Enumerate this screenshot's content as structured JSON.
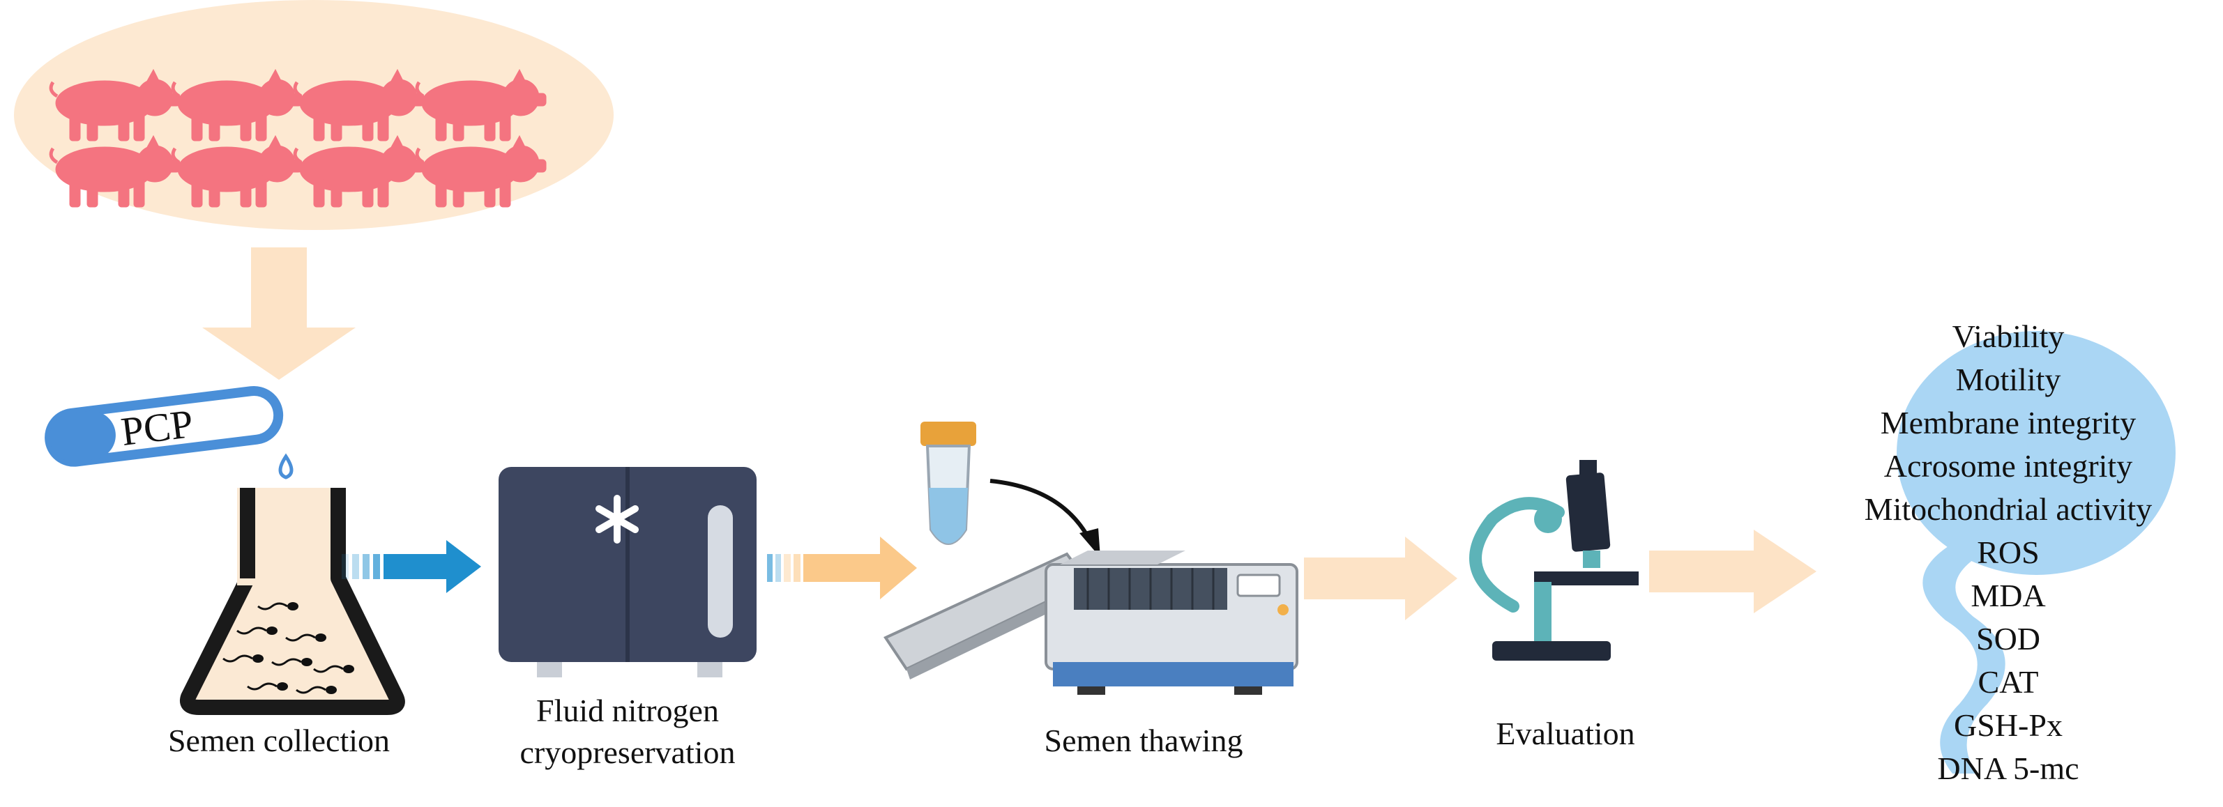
{
  "colors": {
    "pig": "#f47480",
    "oval": "#fde9d2",
    "peach_arrow": "#fde3c6",
    "orange_arrow": "#fbc98a",
    "blue_arrow": "#1f8fce",
    "freezer": "#3d4660",
    "tube": "#4a8fd8",
    "sperm_shape": "#aad6f4",
    "microscope_teal": "#5db3b8",
    "microscope_dark": "#222a3a"
  },
  "stages": {
    "tube_label": "PCP",
    "collection": "Semen collection",
    "cryo_line1": "Fluid nitrogen",
    "cryo_line2": "cryopreservation",
    "thawing": "Semen thawing",
    "evaluation": "Evaluation"
  },
  "parameters": [
    "Viability",
    "Motility",
    "Membrane integrity",
    "Acrosome integrity",
    "Mitochondrial activity",
    "ROS",
    "MDA",
    "SOD",
    "CAT",
    "GSH-Px",
    "DNA 5-mc"
  ]
}
